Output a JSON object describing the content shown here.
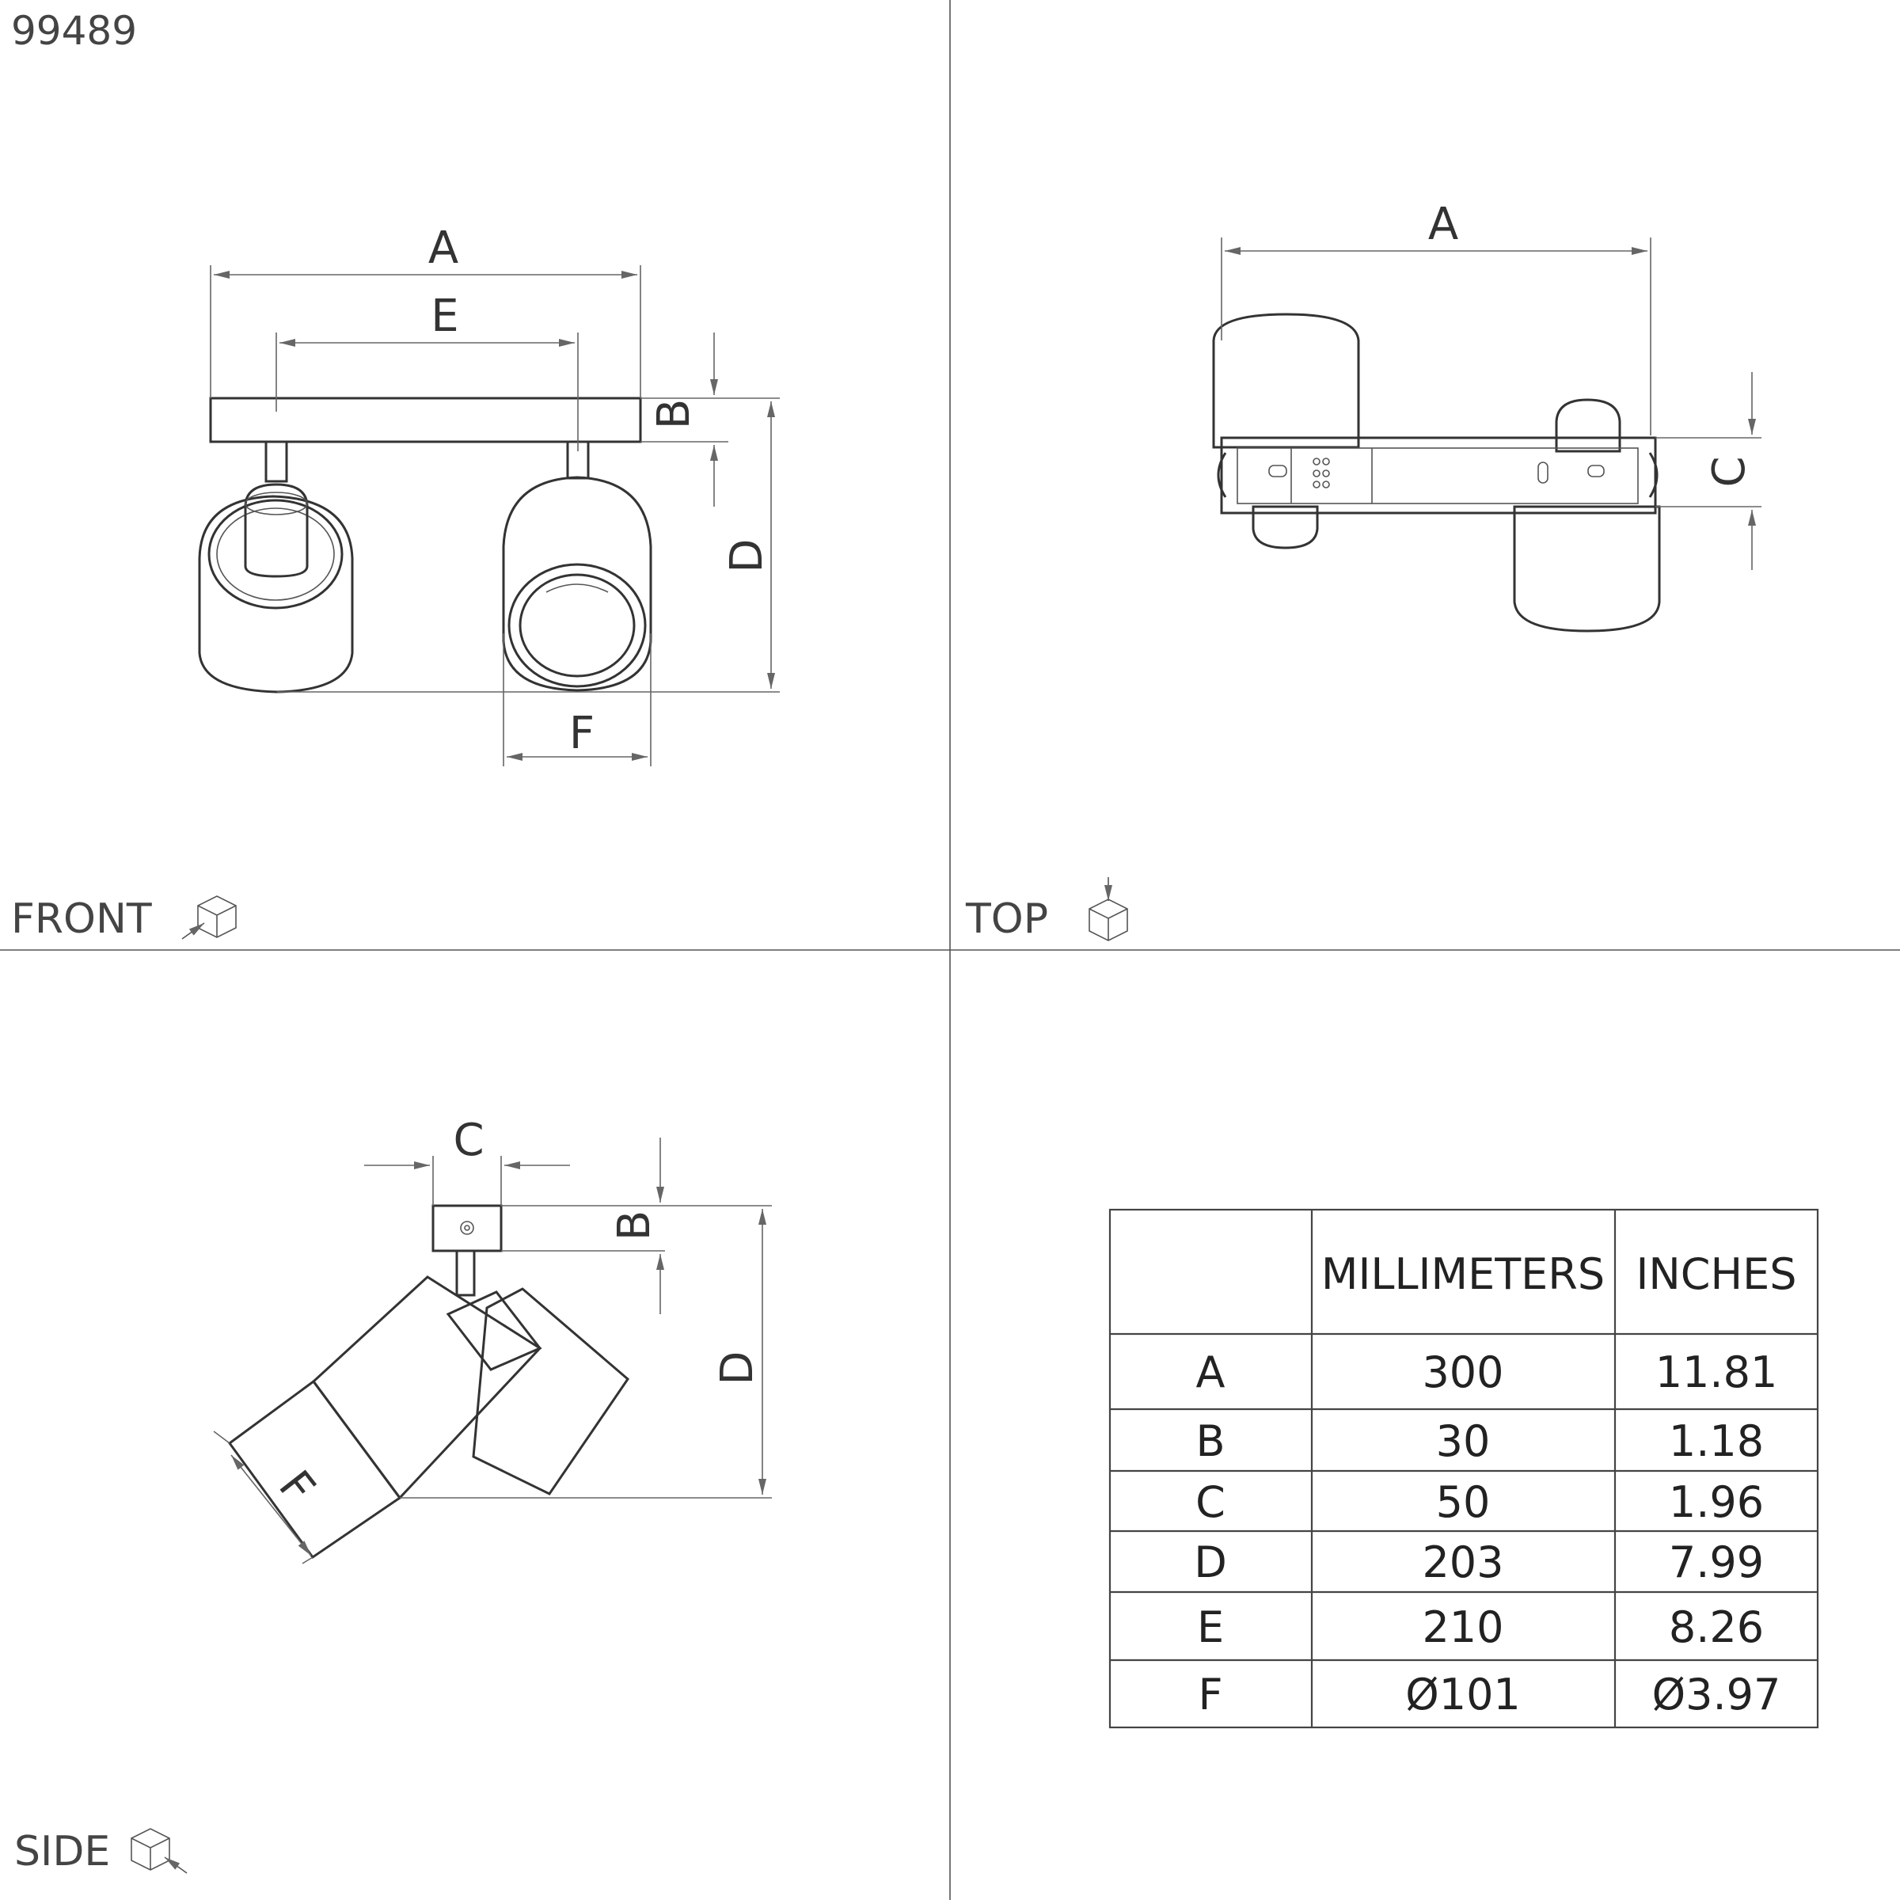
{
  "model_number": "99489",
  "views": {
    "front": "FRONT",
    "top": "TOP",
    "side": "SIDE"
  },
  "dimension_letters": {
    "a": "A",
    "b": "B",
    "c": "C",
    "d": "D",
    "e": "E",
    "f": "F"
  },
  "table": {
    "headers": [
      "",
      "MILLIMETERS",
      "INCHES"
    ],
    "rows": [
      {
        "dim": "A",
        "mm": "300",
        "in": "11.81"
      },
      {
        "dim": "B",
        "mm": "30",
        "in": "1.18"
      },
      {
        "dim": "C",
        "mm": "50",
        "in": "1.96"
      },
      {
        "dim": "D",
        "mm": "203",
        "in": "7.99"
      },
      {
        "dim": "E",
        "mm": "210",
        "in": "8.26"
      },
      {
        "dim": "F",
        "mm": "Ø101",
        "in": "Ø3.97"
      }
    ]
  }
}
